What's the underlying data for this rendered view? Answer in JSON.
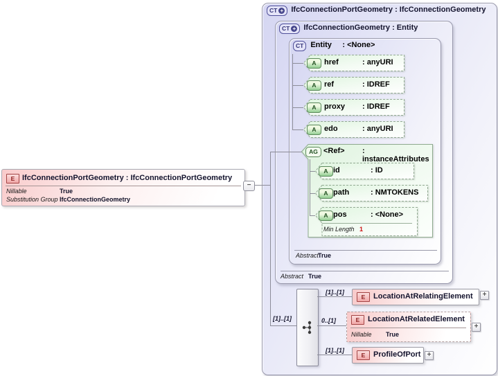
{
  "icons": {
    "e": "E",
    "a": "A",
    "ag": "AG",
    "ct": "CT",
    "plus": "+",
    "minus": "−",
    "expand": "+"
  },
  "colors": {
    "lavender": "#d5d6f2",
    "green": "#e0f6e0",
    "pink": "#f8caca",
    "line": "#8c8c98",
    "facet_red": "#cc1111"
  },
  "left_element": {
    "title": "IfcConnectionPortGeometry : IfcConnectionPortGeometry",
    "facets": [
      {
        "label": "Nillable",
        "value": "True"
      },
      {
        "label": "Substitution Group",
        "value": "IfcConnectionGeometry"
      }
    ]
  },
  "outer_type": {
    "title": "IfcConnectionPortGeometry : IfcConnectionGeometry"
  },
  "middle_type": {
    "title": "IfcConnectionGeometry : Entity",
    "facet": {
      "label": "Abstract",
      "value": "True"
    }
  },
  "entity_type": {
    "name": "Entity",
    "type": ": <None>",
    "facet": {
      "label": "Abstract",
      "value": "True"
    },
    "attributes": [
      {
        "name": "href",
        "type": ": anyURI"
      },
      {
        "name": "ref",
        "type": ": IDREF"
      },
      {
        "name": "proxy",
        "type": ": IDREF"
      },
      {
        "name": "edo",
        "type": ": anyURI"
      }
    ]
  },
  "attribute_group": {
    "name": "<Ref>",
    "type": ": instanceAttributes",
    "attributes": [
      {
        "name": "id",
        "type": ": ID"
      },
      {
        "name": "path",
        "type": ": NMTOKENS"
      },
      {
        "name": "pos",
        "type": ": <None>",
        "facet": {
          "label": "Min Length",
          "value": "1"
        }
      }
    ]
  },
  "content_model": {
    "cardinality": "[1]..[1]",
    "children": [
      {
        "cardinality": "[1]..[1]",
        "name": "LocationAtRelatingElement"
      },
      {
        "cardinality": "0..[1]",
        "name": "LocationAtRelatedElement",
        "facet": {
          "label": "Nillable",
          "value": "True"
        }
      },
      {
        "cardinality": "[1]..[1]",
        "name": "ProfileOfPort"
      }
    ]
  }
}
